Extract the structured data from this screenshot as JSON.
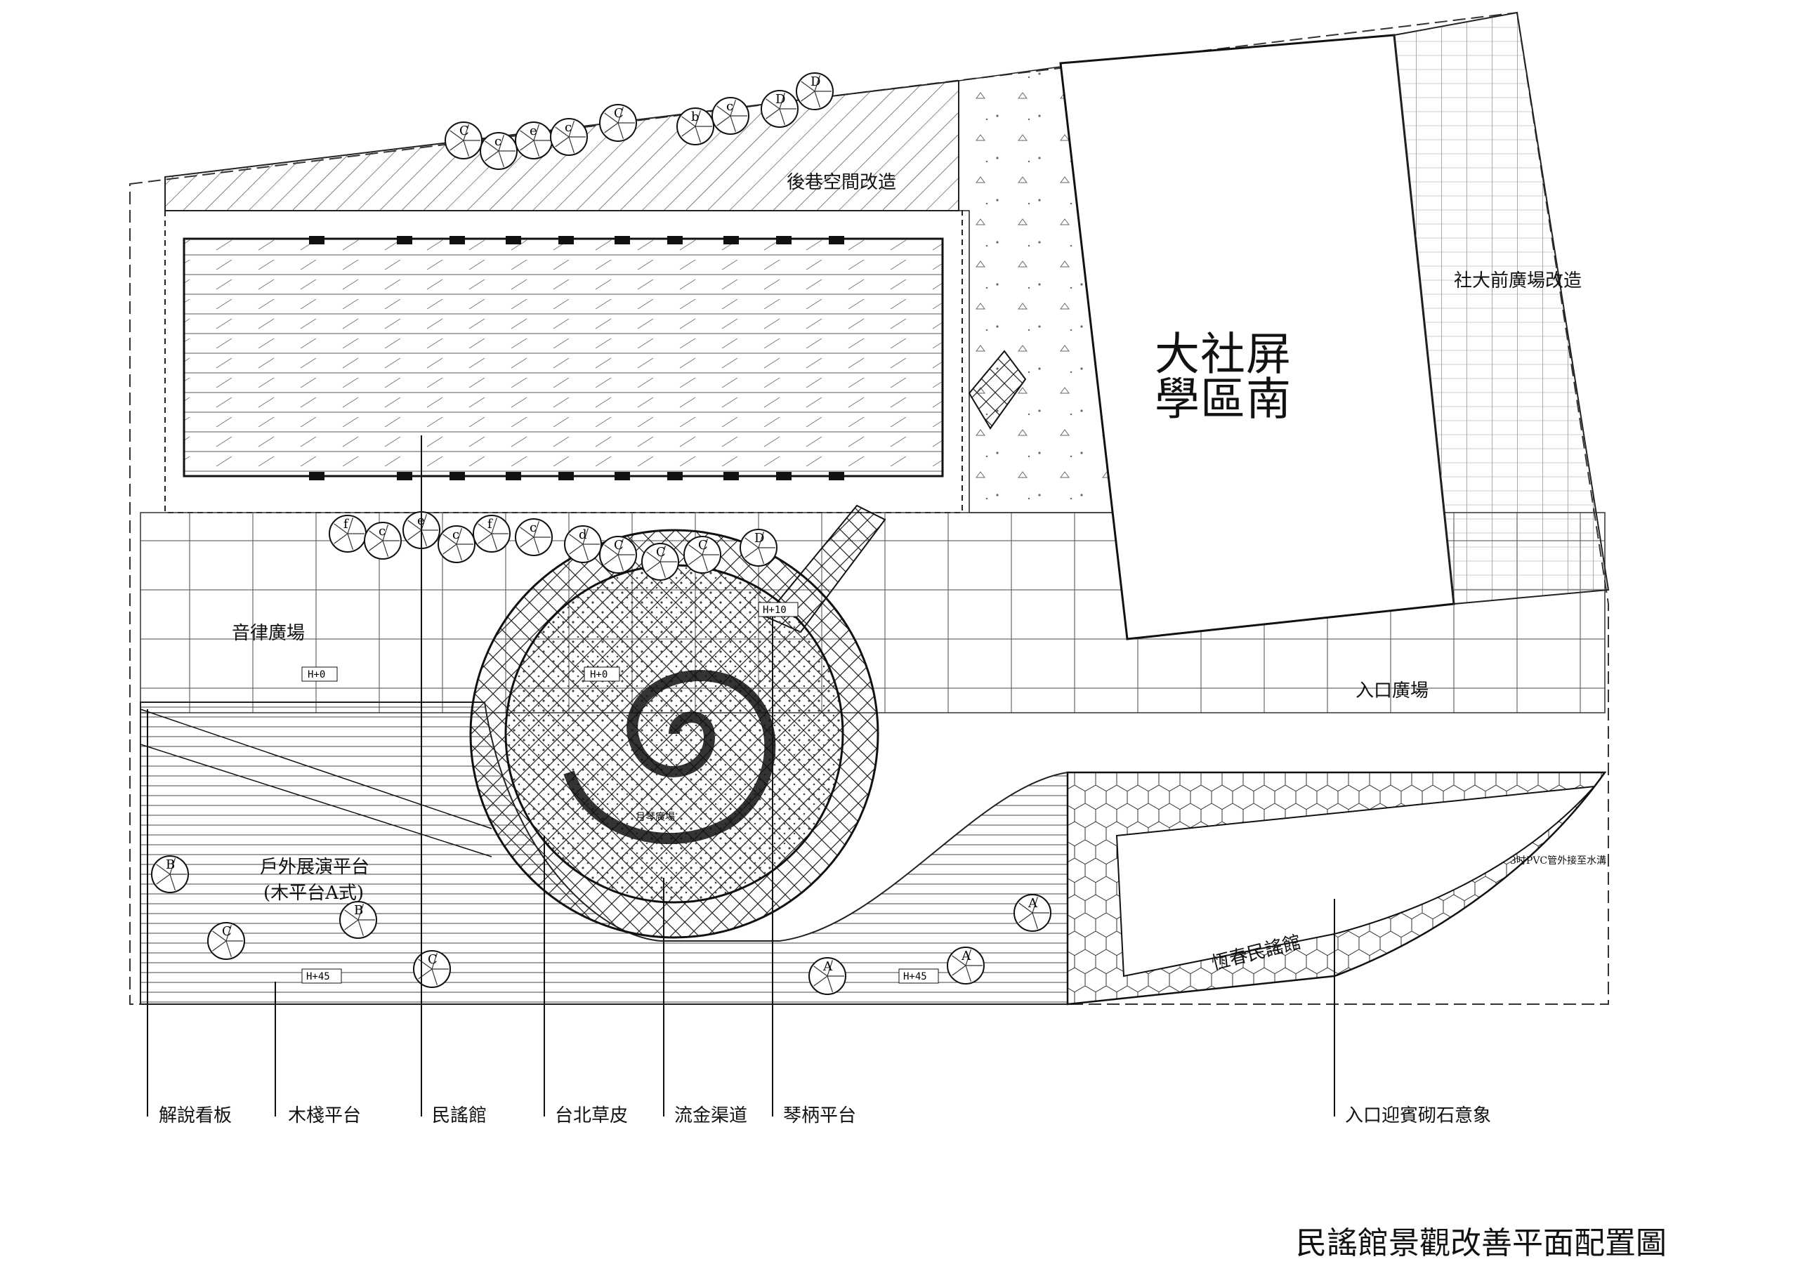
{
  "drawing": {
    "title": "民謠館景觀改善平面配置圖",
    "school_name_lines": [
      "屏南",
      "社區",
      "大學"
    ],
    "zones": {
      "back_alley": "後巷空間改造",
      "front_plaza_school": "社大前廣場改造",
      "rhythm_plaza": "音律廣場",
      "entrance_plaza": "入口廣場",
      "stage_line1": "戶外展演平台",
      "stage_line2": "(木平台A式)",
      "museum_name": "恆春民謠館",
      "circle_center": "月琴廣場",
      "pipe_note": "3吋PVC管外接至水溝"
    },
    "callouts": [
      "解說看板",
      "木棧平台",
      "民謠館",
      "台北草皮",
      "流金渠道",
      "琴柄平台",
      "入口迎賓砌石意象"
    ],
    "tree_letters": {
      "top": [
        "C",
        "c",
        "e",
        "c",
        "C",
        "b",
        "c",
        "D",
        "D"
      ],
      "row": [
        "f",
        "c",
        "e",
        "c",
        "f",
        "c",
        "d",
        "C",
        "C",
        "C",
        "D"
      ],
      "stage": [
        "B",
        "C",
        "B",
        "C",
        "A",
        "A",
        "A"
      ]
    },
    "stamps": [
      "H+0",
      "H+0",
      "H+45",
      "H+45",
      "H+10"
    ]
  }
}
